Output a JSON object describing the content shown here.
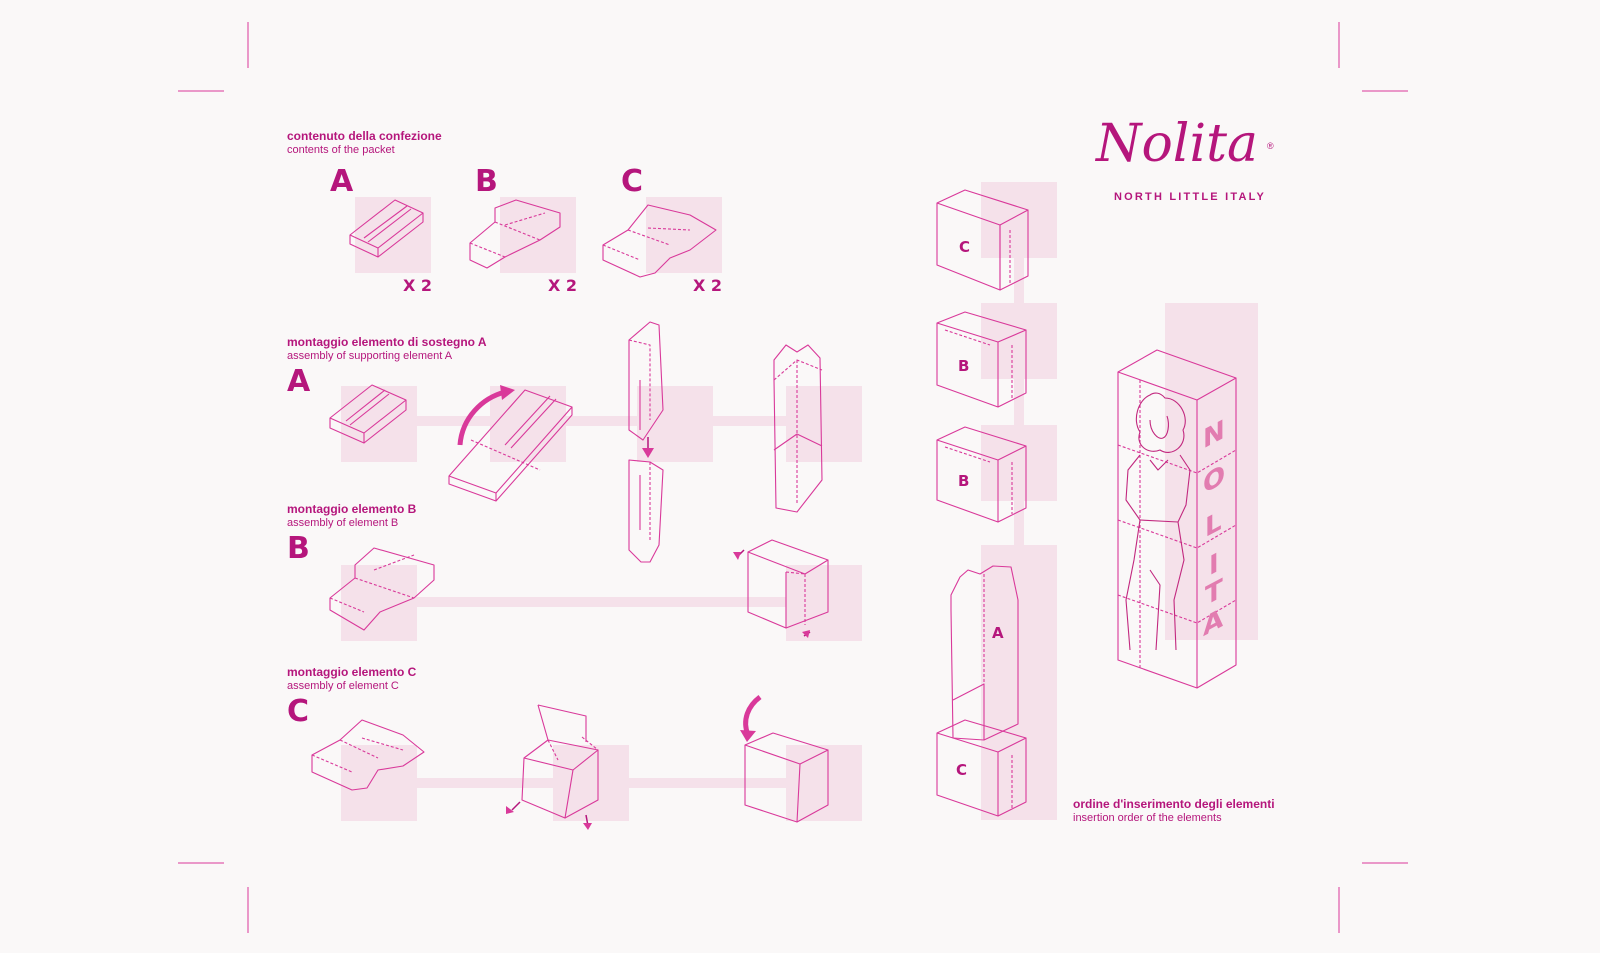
{
  "colors": {
    "accent": "#b5167c",
    "line": "#d9399a",
    "pad": "#f5e1ea",
    "background": "#faf8f8"
  },
  "brand": {
    "name": "Nolita",
    "registered": "®",
    "tagline": "NORTH LITTLE ITALY",
    "vertical_letters": [
      "N",
      "O",
      "L",
      "I",
      "T",
      "A"
    ]
  },
  "sections": {
    "contents": {
      "title_it": "contenuto della confezione",
      "title_en": "contents of the packet",
      "pieces": [
        {
          "letter": "A",
          "qty": "X 2"
        },
        {
          "letter": "B",
          "qty": "X 2"
        },
        {
          "letter": "C",
          "qty": "X 2"
        }
      ]
    },
    "assembly_a": {
      "title_it": "montaggio elemento di sostegno A",
      "title_en": "assembly of supporting element A",
      "letter": "A"
    },
    "assembly_b": {
      "title_it": "montaggio elemento B",
      "title_en": "assembly of element B",
      "letter": "B"
    },
    "assembly_c": {
      "title_it": "montaggio elemento C",
      "title_en": "assembly of element C",
      "letter": "C"
    },
    "order": {
      "title_it": "ordine d'inserimento degli elementi",
      "title_en": "insertion order of the elements",
      "labels": [
        "C",
        "B",
        "B",
        "A",
        "C"
      ]
    }
  }
}
